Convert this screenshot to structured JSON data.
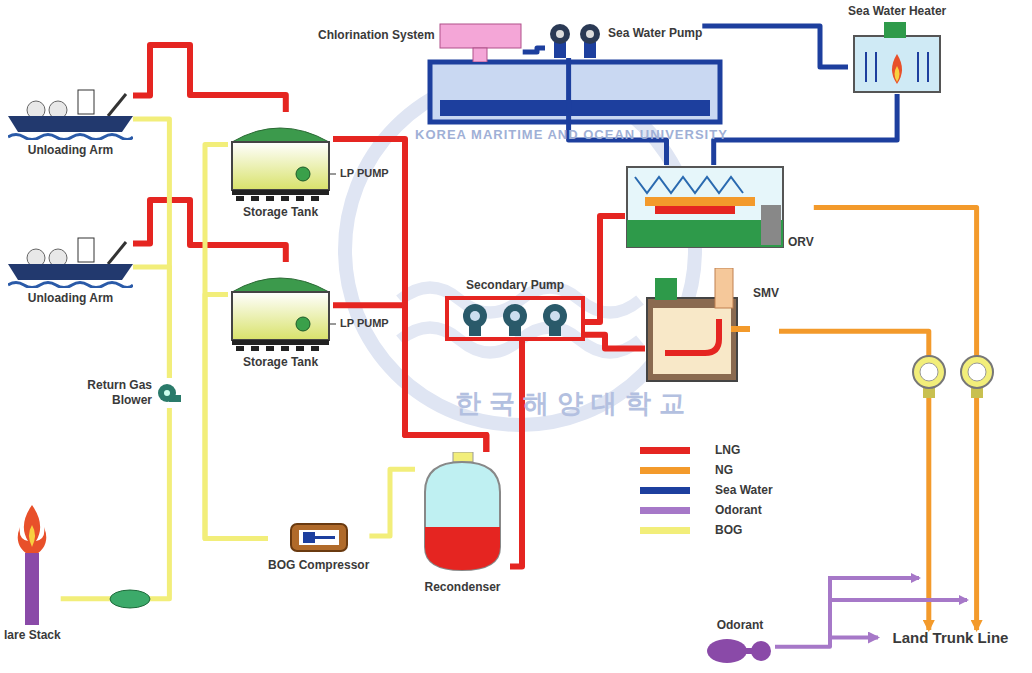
{
  "diagram": {
    "nodes": [
      {
        "text": [
          "Unloading Arm"
        ]
      },
      {
        "text": [
          "Unloading Arm"
        ]
      },
      {
        "text": [
          "Storage Tank"
        ]
      },
      {
        "text": [
          "Storage Tank"
        ]
      },
      {
        "text": [
          "Chlorination System"
        ]
      },
      {
        "text": [
          "Sea Water Pump"
        ]
      },
      {
        "text": [
          "Sea Water Heater"
        ]
      },
      {
        "text": [
          "ORV"
        ]
      },
      {
        "text": [
          "Secondary Pump"
        ]
      },
      {
        "text": [
          "SMV"
        ]
      },
      {
        "text": [
          "Return Gas Blower"
        ]
      },
      {
        "text": [
          "BOG Compressor"
        ]
      },
      {
        "text": [
          "Recondenser"
        ]
      },
      {
        "text": [
          "lare Stack"
        ]
      },
      {
        "text": [
          "Odorant"
        ]
      },
      {
        "text": [
          "Land Trunk Line"
        ]
      }
    ],
    "edges": [
      {
        "from": 0,
        "to": 2,
        "arrow": "none"
      },
      {
        "from": 1,
        "to": 3,
        "arrow": "none"
      },
      {
        "from": 10,
        "to": 0,
        "arrow": "none"
      },
      {
        "from": 10,
        "to": 1,
        "arrow": "none"
      },
      {
        "from": 2,
        "to": 11,
        "arrow": "none"
      },
      {
        "from": 3,
        "to": 11,
        "arrow": "none"
      },
      {
        "from": 11,
        "to": 12,
        "arrow": "none"
      },
      {
        "from": 10,
        "to": 13,
        "arrow": "none"
      },
      {
        "from": 2,
        "to": 12,
        "arrow": "none"
      },
      {
        "from": 3,
        "to": 12,
        "arrow": "none"
      },
      {
        "from": 12,
        "to": 8,
        "arrow": "none"
      },
      {
        "from": 8,
        "to": 7,
        "arrow": "none"
      },
      {
        "from": 8,
        "to": 9,
        "arrow": "none"
      },
      {
        "from": 4,
        "to": 5,
        "arrow": "none"
      },
      {
        "from": 5,
        "to": 6,
        "arrow": "none"
      },
      {
        "from": 6,
        "to": 7,
        "arrow": "none"
      },
      {
        "from": 5,
        "to": 7,
        "arrow": "none"
      },
      {
        "from": 7,
        "to": 15,
        "arrow": "to"
      },
      {
        "from": 9,
        "to": 15,
        "arrow": "to"
      },
      {
        "from": 14,
        "to": 15,
        "arrow": "to"
      }
    ],
    "labels": [
      "LP PUMP",
      "LP PUMP",
      "KOREA MARITIME AND OCEAN UNIVERSITY",
      "한국해양대학교"
    ],
    "legend": [
      {
        "text": "LNG",
        "color": "#e52521"
      },
      {
        "text": "NG",
        "color": "#f39a2b"
      },
      {
        "text": "Sea Water",
        "color": "#1d3f9e"
      },
      {
        "text": "Odorant",
        "color": "#a678c8"
      },
      {
        "text": "BOG",
        "color": "#f2ee7a"
      }
    ]
  }
}
